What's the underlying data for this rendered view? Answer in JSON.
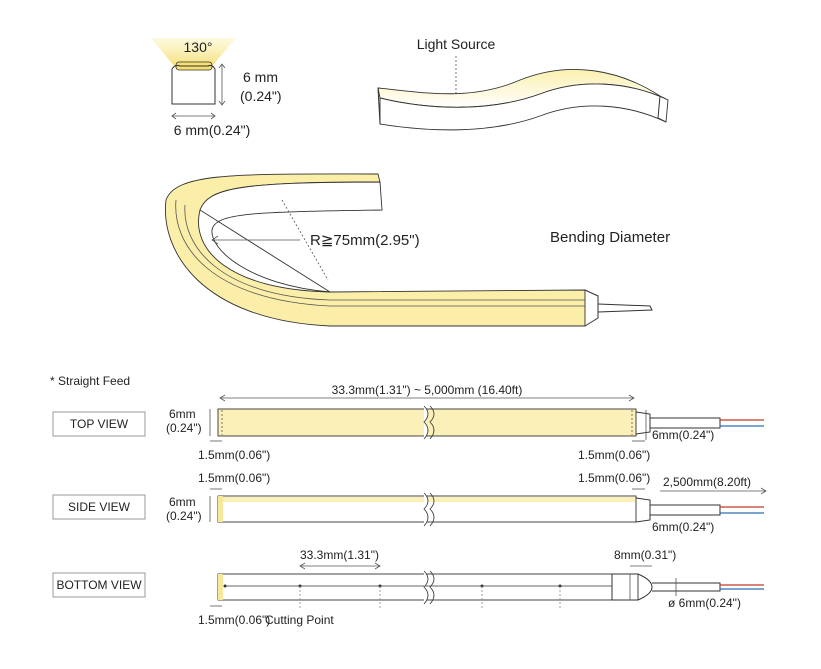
{
  "profile": {
    "beam_angle": "130°",
    "height": "6 mm",
    "height_in": "(0.24\")",
    "width": "6 mm(0.24\")"
  },
  "light_source_label": "Light Source",
  "bend": {
    "radius_label": "R≧75mm(2.95\")",
    "title": "Bending Diameter"
  },
  "feed_note": "* Straight Feed",
  "top_view": {
    "label": "TOP VIEW",
    "length": "33.3mm(1.31\") ~ 5,000mm (16.40ft)",
    "height": "6mm",
    "height_in": "(0.24\")",
    "end_left": "1.5mm(0.06\")",
    "end_right": "1.5mm(0.06\")",
    "cable_width": "6mm(0.24\")"
  },
  "side_view": {
    "label": "SIDE VIEW",
    "end_left": "1.5mm(0.06\")",
    "end_right": "1.5mm(0.06\")",
    "cable_length": "2,500mm(8.20ft)",
    "height": "6mm",
    "height_in": "(0.24\")",
    "cable_height": "6mm(0.24\")"
  },
  "bottom_view": {
    "label": "BOTTOM VIEW",
    "cut_pitch": "33.3mm(1.31\")",
    "cap_length": "8mm(0.31\")",
    "cable_diameter": "ø 6mm(0.24\")",
    "end_left": "1.5mm(0.06\")",
    "cutting_point": "Cutting Point"
  },
  "colors": {
    "led_light": "#fbf1b8",
    "led_glow": "#f7e79a",
    "line": "#333333",
    "red_wire": "#c0392b",
    "blue_wire": "#2c6fb5"
  }
}
